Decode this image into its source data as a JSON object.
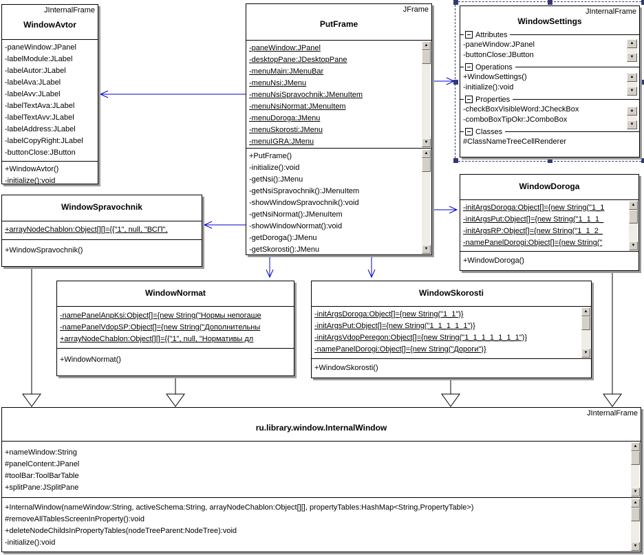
{
  "colors": {
    "association_arrow": "#0000cd",
    "selection": "#333a72",
    "shadow": "#9a9a9a"
  },
  "classes": {
    "window_avtor": {
      "stereotype": "JInternalFrame",
      "name": "WindowAvtor",
      "attributes": [
        "-paneWindow:JPanel",
        "-labelModule:JLabel",
        "-labelAutor:JLabel",
        "-labelAva:JLabel",
        "-labelAvv:JLabel",
        "-labelTextAva:JLabel",
        "-labelTextAvv:JLabel",
        "-labelAddress:JLabel",
        "-labelCopyRight:JLabel",
        "-buttonClose:JButton"
      ],
      "methods": [
        "+WindowAvtor()",
        "-initialize():void"
      ]
    },
    "put_frame": {
      "stereotype": "JFrame",
      "name": "PutFrame",
      "attributes": [
        "-paneWindow:JPanel",
        "-desktopPane:JDesktopPane",
        "-menuMain:JMenuBar",
        "-menuNsi:JMenu",
        "-menuNsiSpravochnik:JMenuItem",
        "-menuNsiNormat:JMenuItem",
        "-menuDoroga:JMenu",
        "-menuSkorosti:JMenu",
        "-menuIGRA:JMenu"
      ],
      "methods": [
        "+PutFrame()",
        "-initialize():void",
        "-getNsi():JMenu",
        "-getNsiSpravochnik():JMenuItem",
        "-showWindowSpravochnik():void",
        "-getNsiNormat():JMenuItem",
        "-showWindowNormat():void",
        "-getDoroga():JMenu",
        "-getSkorosti():JMenu"
      ]
    },
    "window_settings": {
      "stereotype": "JInternalFrame",
      "name": "WindowSettings",
      "sections": {
        "attributes": {
          "label": "Attributes",
          "items": [
            "-paneWindow:JPanel",
            "-buttonClose:JButton"
          ]
        },
        "operations": {
          "label": "Operations",
          "items": [
            "+WindowSettings()",
            "-initialize():void"
          ]
        },
        "properties": {
          "label": "Properties",
          "items": [
            "-checkBoxVisibleWord:JCheckBox",
            "-comboBoxTipOkr:JComboBox"
          ]
        },
        "classes": {
          "label": "Classes",
          "items": [
            "#ClassNameTreeCellRenderer"
          ]
        }
      }
    },
    "window_spravochnik": {
      "name": "WindowSpravochnik",
      "attributes": [
        "+arrayNodeChablon:Object[][]={{\"1\", null, \"ВСП\","
      ],
      "methods": [
        "+WindowSpravochnik()"
      ]
    },
    "window_doroga": {
      "name": "WindowDoroga",
      "attributes": [
        "-initArgsDoroga:Object[]={new String(\"1_1",
        "-initArgsPut:Object[]={new String(\"1_1_1_",
        "-initArgsRP:Object[]={new String(\"1_1_2_",
        "-namePanelDorogi:Object[]={new String(\""
      ],
      "methods": [
        "+WindowDoroga()"
      ]
    },
    "window_normat": {
      "name": "WindowNormat",
      "attributes": [
        "-namePanelAnpKsi:Object[]={new String(\"Нормы непогаше",
        "-namePanelVdopSP:Object[]={new String(\"Дополнительны",
        "+arrayNodeChablon:Object[][]={{\"1\", null, \"Нормативы дл"
      ],
      "methods": [
        "+WindowNormat()"
      ]
    },
    "window_skorosti": {
      "name": "WindowSkorosti",
      "attributes": [
        "-initArgsDoroga:Object[]={new String(\"1_1\")}",
        "-initArgsPut:Object[]={new String(\"1_1_1_1_1\")}",
        "-initArgsVdopPeregon:Object[]={new String(\"1_1_1_1_1_1_1\")}",
        "-namePanelDorogi:Object[]={new String(\"Дороги\")}"
      ],
      "methods": [
        "+WindowSkorosti()"
      ]
    },
    "internal_window": {
      "stereotype": "JInternalFrame",
      "name": "ru.library.window.InternalWindow",
      "attributes": [
        "+nameWindow:String",
        "#panelContent:JPanel",
        "#toolBar:ToolBarTable",
        "+splitPane:JSplitPane"
      ],
      "methods": [
        "+InternalWindow(nameWindow:String, activeSchema:String, arrayNodeChablon:Object[][], propertyTables:HashMap<String,PropertyTable>)",
        "#removeAllTablesScreenInProperty():void",
        "+deleteNodeChildsInPropertyTables(nodeTreeParent:NodeTree):void",
        "-initialize():void"
      ]
    }
  }
}
